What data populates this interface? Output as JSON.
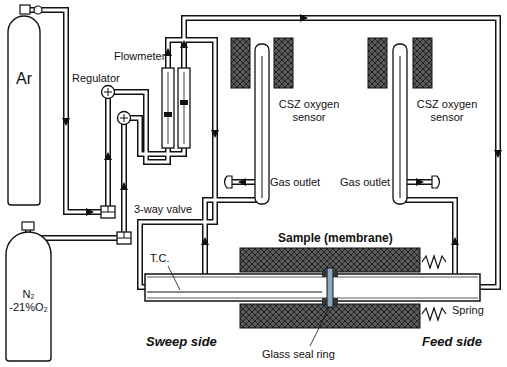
{
  "diagram": {
    "nodes": [
      {
        "text": [
          "Ar"
        ]
      },
      {
        "text": [
          "N₂ -21%O₂"
        ]
      }
    ],
    "labels": [
      "Regulator",
      "Flowmeter",
      "3-way valve",
      "CSZ oxygen sensor",
      "CSZ oxygen sensor",
      "Gas outlet",
      "Gas outlet",
      "Sample (membrane)",
      "T.C.",
      "Sweep side",
      "Feed side",
      "Spring",
      "Glass seal ring"
    ]
  }
}
